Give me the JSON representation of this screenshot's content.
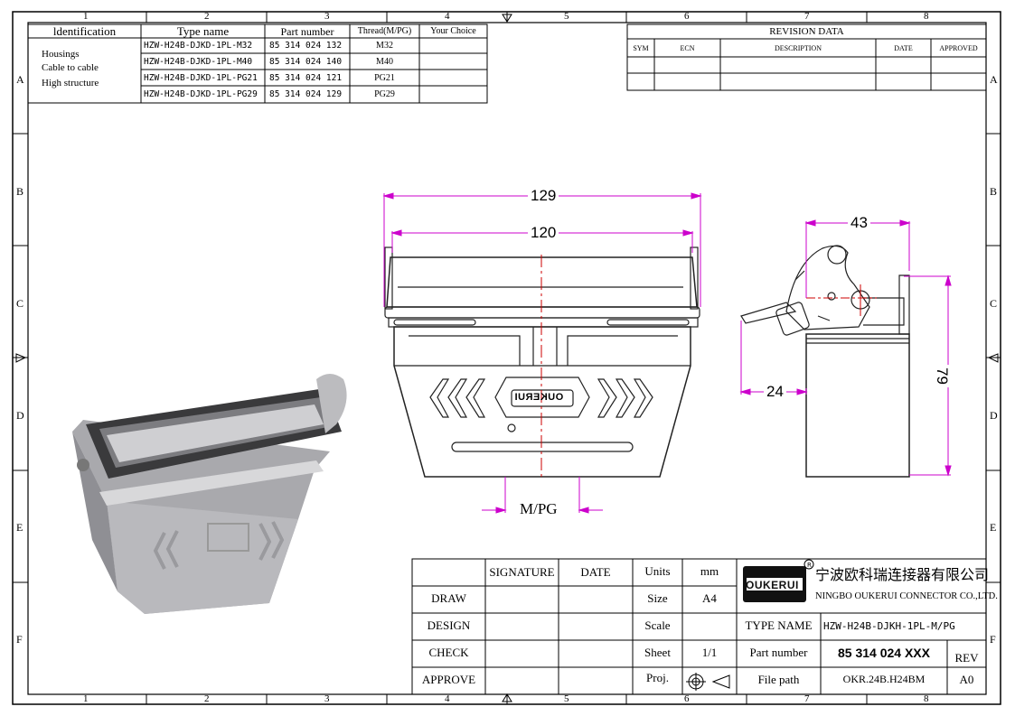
{
  "zone_columns": [
    "1",
    "2",
    "3",
    "4",
    "5",
    "6",
    "7",
    "8"
  ],
  "zone_rows": [
    "A",
    "B",
    "C",
    "D",
    "E",
    "F"
  ],
  "ident_table": {
    "headers": [
      "ldentification",
      "Type name",
      "Part number",
      "Thread(M/PG)",
      "Your Choice"
    ],
    "identification_lines": [
      "Housings",
      "Cable to cable",
      "High structure"
    ],
    "rows": [
      {
        "type": "HZW-H24B-DJKD-1PL-M32",
        "part": "85 314 024 132",
        "thread": "M32",
        "choice": ""
      },
      {
        "type": "HZW-H24B-DJKD-1PL-M40",
        "part": "85 314 024 140",
        "thread": "M40",
        "choice": ""
      },
      {
        "type": "HZW-H24B-DJKD-1PL-PG21",
        "part": "85 314 024 121",
        "thread": "PG21",
        "choice": ""
      },
      {
        "type": "HZW-H24B-DJKD-1PL-PG29",
        "part": "85 314 024 129",
        "thread": "PG29",
        "choice": ""
      }
    ]
  },
  "revision": {
    "title": "REVISION   DATA",
    "headers": [
      "SYM",
      "ECN",
      "DESCRIPTION",
      "DATE",
      "APPROVED"
    ]
  },
  "dimensions": {
    "width_overall": "129",
    "width_inner": "120",
    "thread": "M/PG",
    "side_width": "43",
    "side_offset": "24",
    "side_height": "79"
  },
  "logo_text": "OUKERUI",
  "title_block": {
    "signature_header": "SIGNATURE",
    "date_header": "DATE",
    "roles": [
      "DRAW",
      "DESIGN",
      "CHECK",
      "APPROVE"
    ],
    "units_label": "Units",
    "units_value": "mm",
    "size_label": "Size",
    "size_value": "A4",
    "scale_label": "Scale",
    "scale_value": "",
    "sheet_label": "Sheet",
    "sheet_value": "1/1",
    "proj_label": "Proj.",
    "company_cn": "宁波欧科瑞连接器有限公司",
    "company_en": "NINGBO OUKERUI CONNECTOR CO.,LTD.",
    "type_name_label": "TYPE NAME",
    "type_name_value": "HZW-H24B-DJKH-1PL-M/PG",
    "part_number_label": "Part number",
    "part_number_value": "85 314 024 XXX",
    "rev_label": "REV",
    "file_path_label": "File path",
    "file_path_value": "OKR.24B.H24BM",
    "rev_value": "A0"
  }
}
